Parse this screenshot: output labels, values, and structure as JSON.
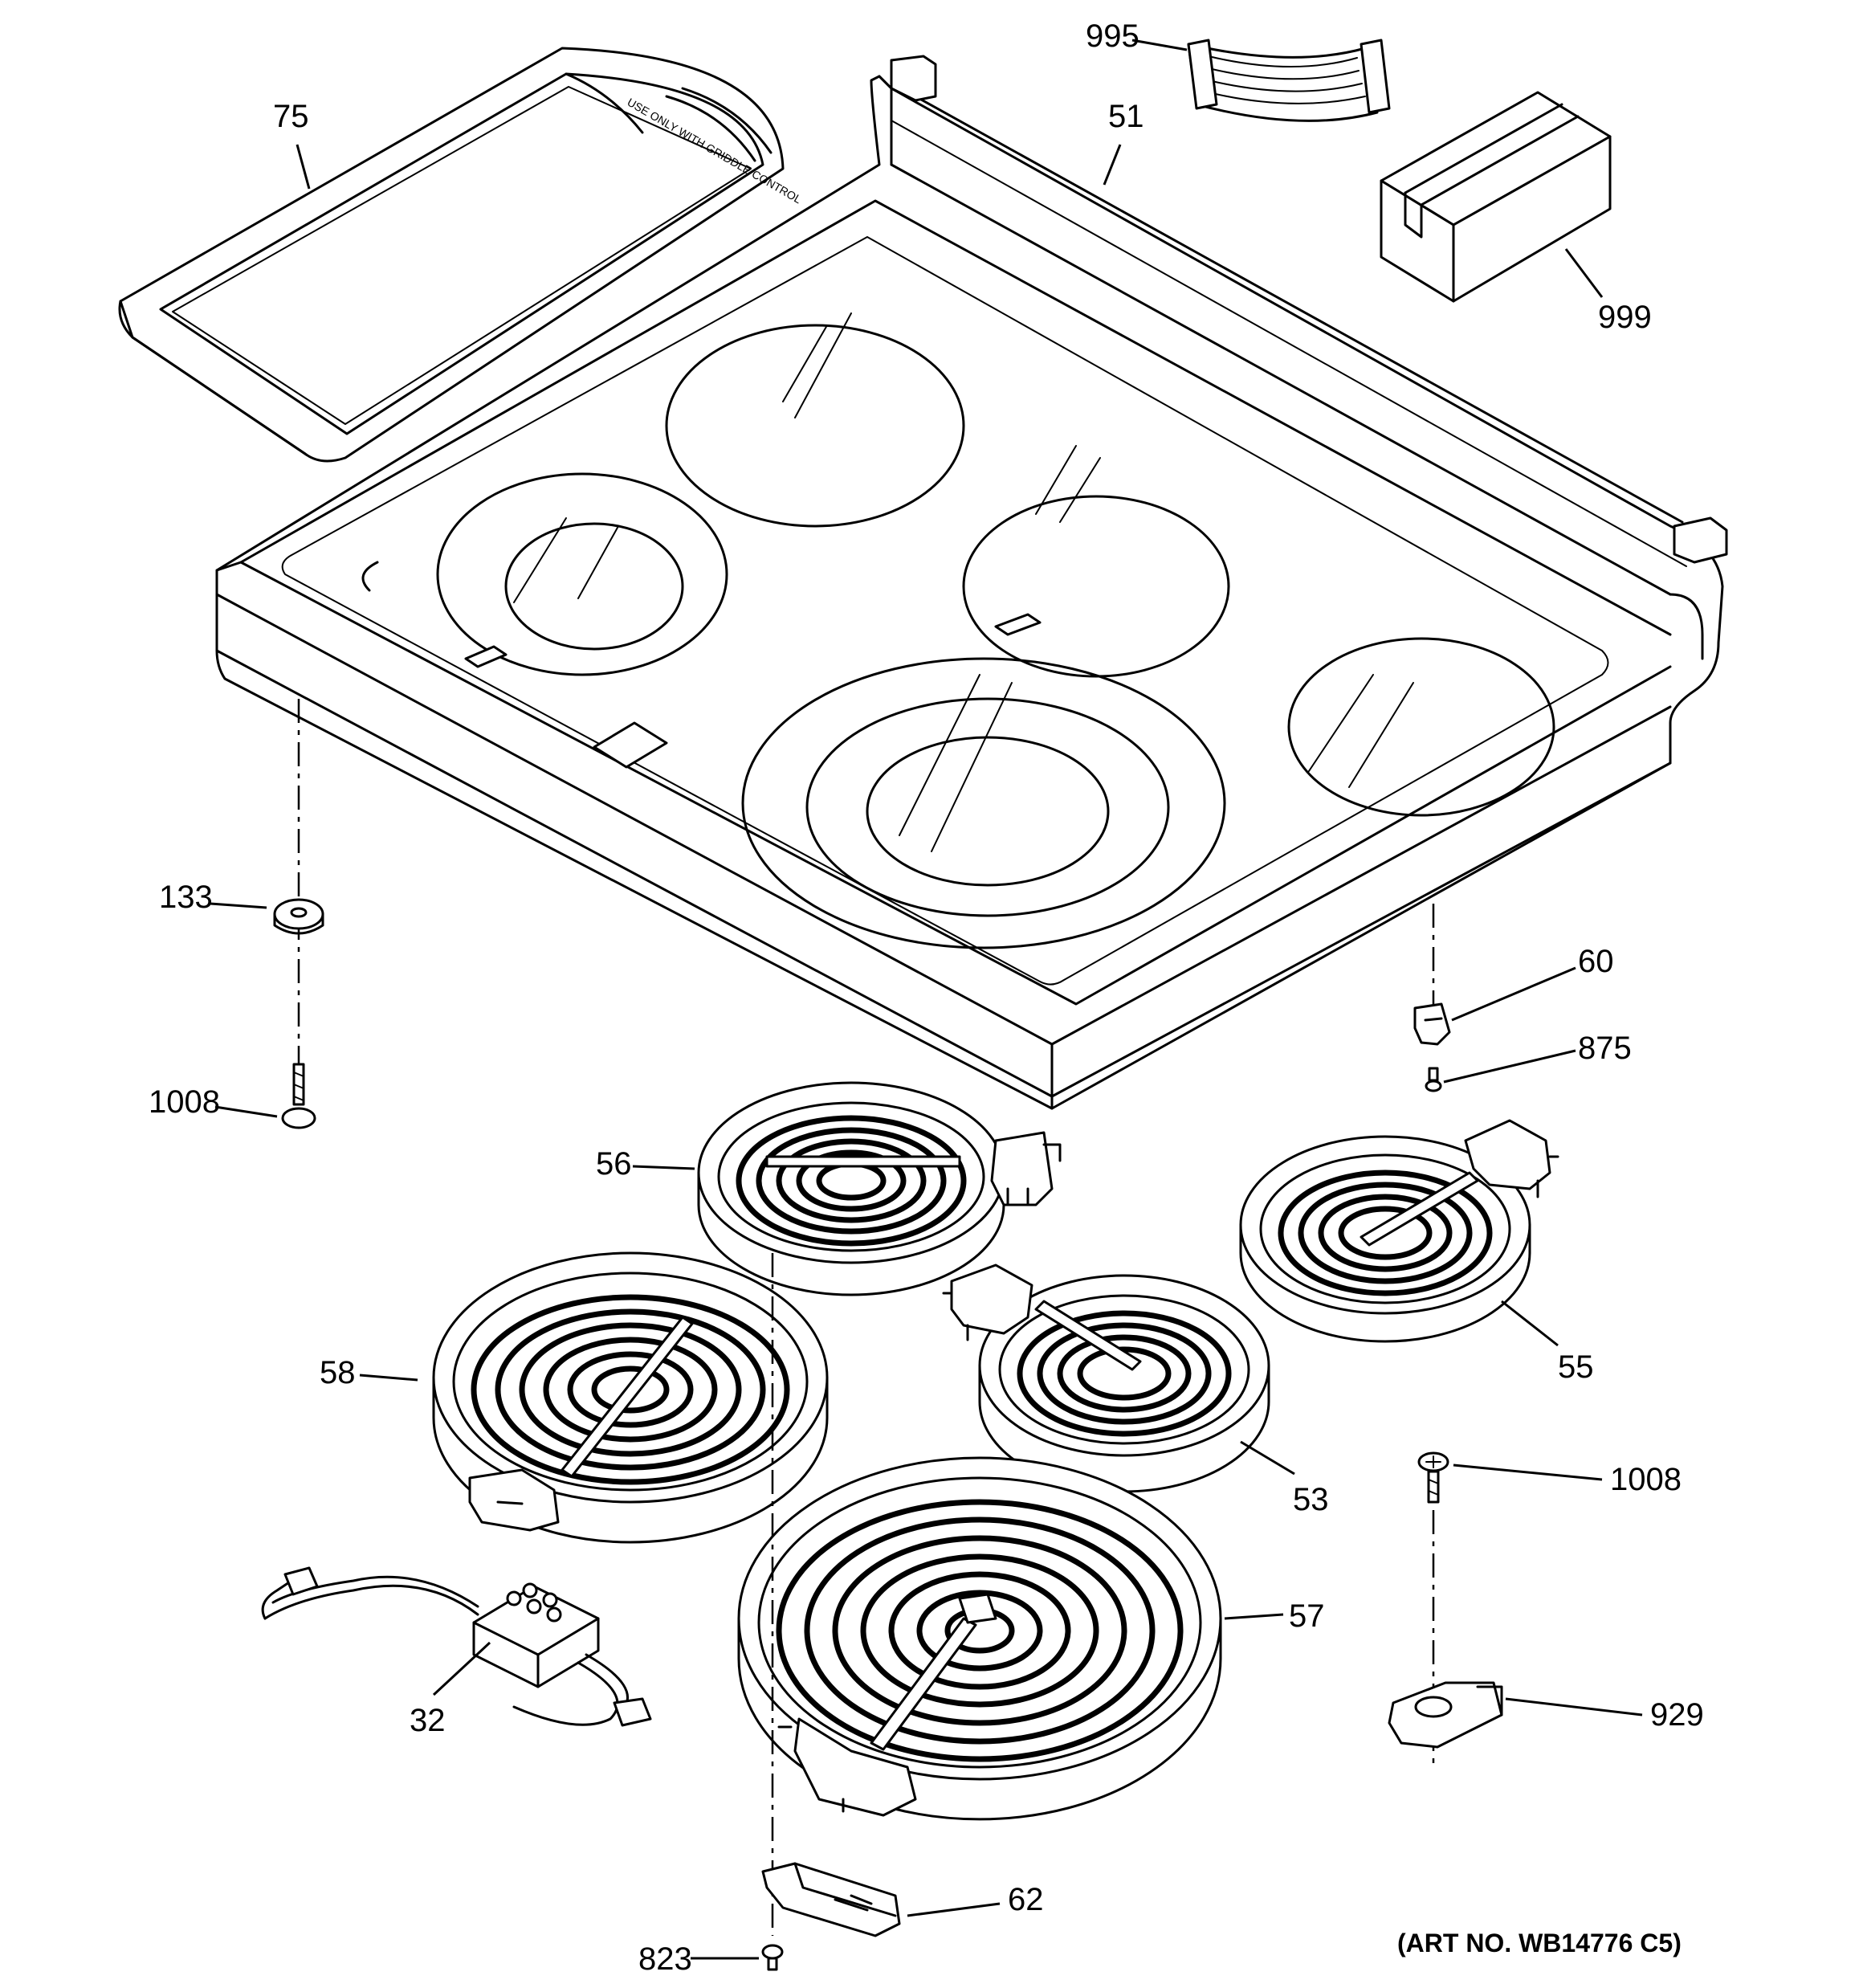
{
  "art_number": "(ART NO. WB14776 C5)",
  "griddle_imprint": "USE ONLY WITH GRIDDLE CONTROL",
  "callouts": [
    {
      "id": "995",
      "label": "995"
    },
    {
      "id": "75",
      "label": "75"
    },
    {
      "id": "51",
      "label": "51"
    },
    {
      "id": "999",
      "label": "999"
    },
    {
      "id": "133",
      "label": "133"
    },
    {
      "id": "1008a",
      "label": "1008"
    },
    {
      "id": "60",
      "label": "60"
    },
    {
      "id": "875",
      "label": "875"
    },
    {
      "id": "56",
      "label": "56"
    },
    {
      "id": "55",
      "label": "55"
    },
    {
      "id": "58",
      "label": "58"
    },
    {
      "id": "53",
      "label": "53"
    },
    {
      "id": "1008b",
      "label": "1008"
    },
    {
      "id": "57",
      "label": "57"
    },
    {
      "id": "32",
      "label": "32"
    },
    {
      "id": "929",
      "label": "929"
    },
    {
      "id": "62",
      "label": "62"
    },
    {
      "id": "823",
      "label": "823"
    }
  ]
}
